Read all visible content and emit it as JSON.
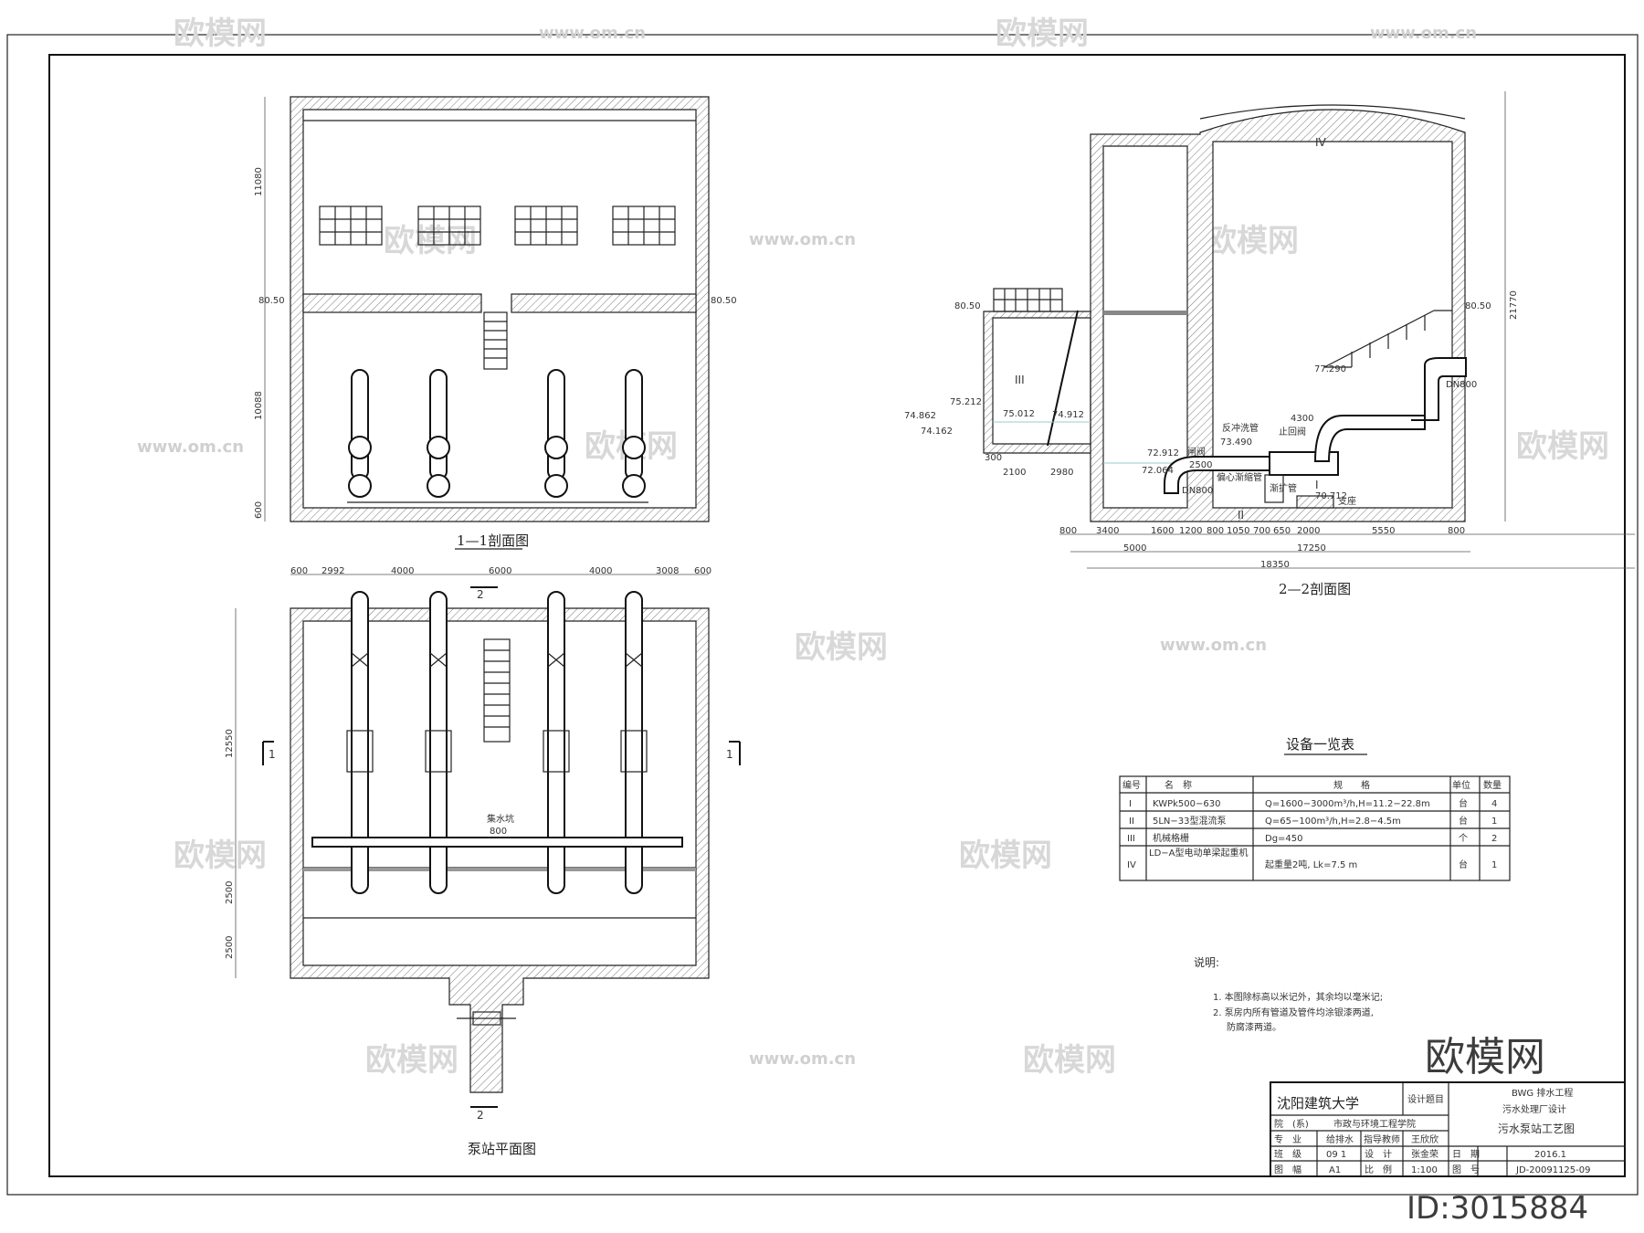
{
  "watermark": {
    "brand": "欧模网",
    "url": "www.om.cn",
    "id": "ID:3015884"
  },
  "section_1_1": {
    "title": "1—1剖面图",
    "elevations": [
      "80.50",
      "80.50"
    ],
    "dims": [
      "11080",
      "10088",
      "600"
    ]
  },
  "plan": {
    "title": "泵站平面图",
    "section_marks": [
      "1",
      "1",
      "2",
      "2"
    ],
    "top_dims": [
      "600",
      "2992",
      "4000",
      "6000",
      "4000",
      "3008",
      "600"
    ],
    "side_dims": [
      "12550",
      "2500",
      "2500"
    ],
    "label_drain": "集水坑",
    "label_drain_size": "800"
  },
  "section_2_2": {
    "title": "2—2剖面图",
    "roman_labels": [
      "I",
      "II",
      "III",
      "IV"
    ],
    "elevations": [
      "80.50",
      "80.50",
      "75.212",
      "74.862",
      "74.162",
      "75.012",
      "74.912",
      "72.912",
      "72.064",
      "73.490",
      "77.290",
      "70.712"
    ],
    "labels": [
      "闸阀",
      "偏心渐缩管",
      "渐扩管",
      "止回阀",
      "反冲洗管",
      "支座",
      "DN800",
      "DN800"
    ],
    "dims_row1": [
      "800",
      "3400",
      "1600",
      "1200",
      "800",
      "1050",
      "700",
      "650",
      "2000",
      "5550",
      "800"
    ],
    "dims_row2": [
      "5000",
      "17250"
    ],
    "dims_total": "18350",
    "small_dims": [
      "300",
      "2100",
      "2980",
      "4300",
      "2500"
    ],
    "height_dim": "21770"
  },
  "equipment_table": {
    "title": "设备一览表",
    "headers": [
      "编号",
      "名　称",
      "规　　格",
      "单位",
      "数量"
    ],
    "rows": [
      {
        "no": "I",
        "name": "KWPk500−630",
        "spec": "Q=1600−3000m³/h,H=11.2−22.8m",
        "unit": "台",
        "qty": "4"
      },
      {
        "no": "II",
        "name": "5LN−33型混流泵",
        "spec": "Q=65−100m³/h,H=2.8−4.5m",
        "unit": "台",
        "qty": "1"
      },
      {
        "no": "III",
        "name": "机械格栅",
        "spec": "Dg=450",
        "unit": "个",
        "qty": "2"
      },
      {
        "no": "IV",
        "name": "LD−A型电动单梁起重机",
        "spec": "起重量2吨, Lk=7.5 m",
        "unit": "台",
        "qty": "1"
      }
    ]
  },
  "notes": {
    "heading": "说明:",
    "items": [
      "1. 本图除标高以米记外，其余均以毫米记;",
      "2. 泵房内所有管道及管件均涂银漆两道,",
      "防腐漆两道。"
    ]
  },
  "title_block": {
    "school": "沈阳建筑大学",
    "design_label": "设计题目",
    "project": "BWG 排水工程",
    "subject": "污水处理厂设计",
    "drawing_name": "污水泵站工艺图",
    "rows": [
      [
        "院　(系)",
        "市政与环境工程学院"
      ],
      [
        "专　业",
        "给排水",
        "指导教师",
        "王欣欣"
      ],
      [
        "班　级",
        "09 1",
        "设　计",
        "张金荣",
        "日　期",
        "2016.1"
      ],
      [
        "图　幅",
        "A1",
        "比　例",
        "1:100",
        "图　号",
        "JD-20091125-09"
      ]
    ]
  }
}
